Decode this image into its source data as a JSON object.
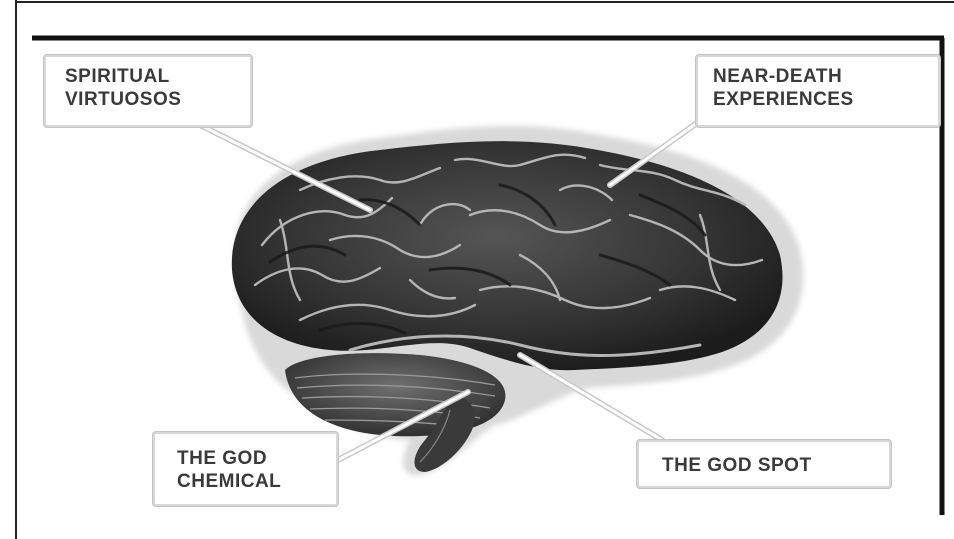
{
  "labels": {
    "spiritual_virtuosos": [
      "SPIRITUAL",
      "VIRTUOSOS"
    ],
    "near_death": [
      "NEAR-DEATH",
      "EXPERIENCES"
    ],
    "god_chemical": [
      "THE GOD",
      "CHEMICAL"
    ],
    "god_spot": "THE GOD SPOT"
  },
  "image": {
    "subject": "brain-illustration"
  }
}
